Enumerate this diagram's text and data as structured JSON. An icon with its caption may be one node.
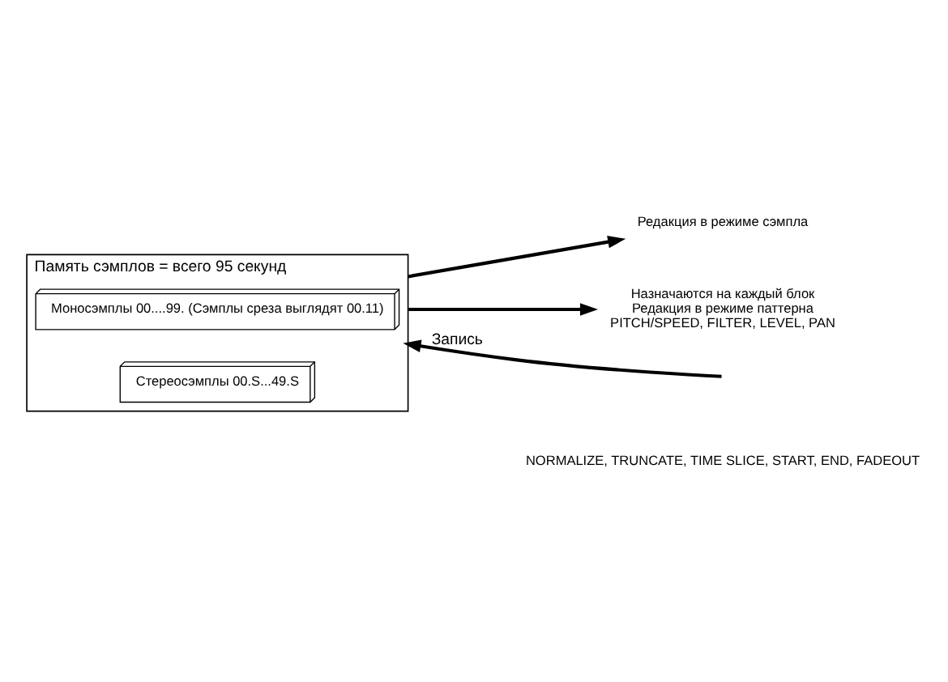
{
  "diagram": {
    "nodes": [
      {
        "text": [
          "Память сэмплов = всего 95 секунд"
        ]
      },
      {
        "text": [
          "Моносэмплы 00....99. (Сэмплы среза выглядят 00.11)"
        ],
        "in": 0
      },
      {
        "text": [
          "Стереосэмплы 00.S...49.S"
        ],
        "in": 0
      },
      {
        "text": [
          "Редакция в режиме сэмпла"
        ]
      },
      {
        "text": [
          "Назначаются на каждый блок",
          "Редакция в режиме паттерна",
          "PITCH/SPEED, FILTER, LEVEL, PAN"
        ]
      }
    ],
    "edges": [
      {
        "from": 0,
        "to": 3,
        "arrow": "to"
      },
      {
        "from": null,
        "to": 0,
        "arrow": "to",
        "label": "Запись"
      },
      {
        "from": 0,
        "to": 4,
        "arrow": "to"
      }
    ],
    "labels": [
      "NORMALIZE, TRUNCATE, TIME SLICE, START, END, FADEOUT"
    ]
  }
}
